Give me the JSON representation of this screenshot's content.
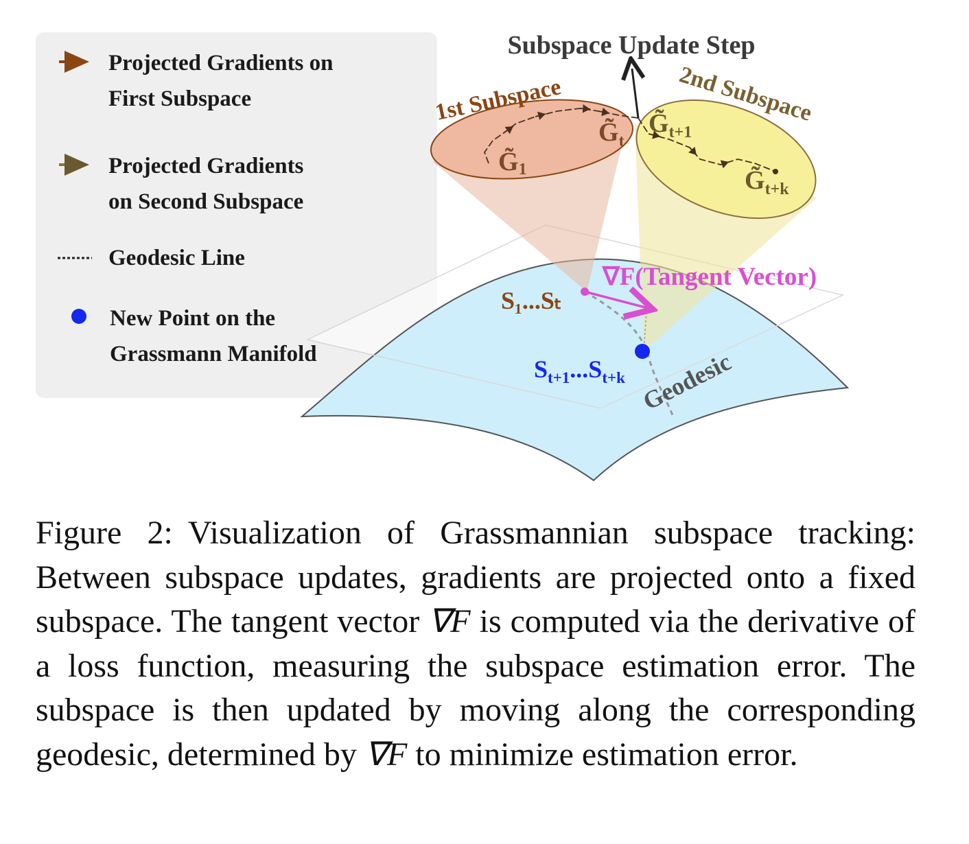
{
  "legend": {
    "items": [
      {
        "line1": "Projected Gradients on",
        "line2": "First Subspace",
        "color": "#8b4513"
      },
      {
        "line1": "Projected Gradients",
        "line2": "on Second Subspace",
        "color": "#8a7040"
      },
      {
        "line1": "Geodesic Line",
        "line2": "",
        "color": "#222222"
      },
      {
        "line1": "New Point on the",
        "line2": "Grassmann Manifold",
        "color": "#1428f0"
      }
    ]
  },
  "diagram": {
    "update_step": "Subspace Update Step",
    "first_subspace": "1st Subspace",
    "second_subspace": "2nd Subspace",
    "g_base": "G̃",
    "g1_sub": "1",
    "gt_sub": "t",
    "gt1_sub": "t+1",
    "gtk_sub": "t+k",
    "tangent": "∇F(Tangent Vector)",
    "s_range_1": "S₁...Sₜ",
    "s_base": "S",
    "s_a_sub": "t+1",
    "s_dots": "...",
    "s_b_sub": "t+k",
    "geodesic": "Geodesic",
    "colors": {
      "first": "#8b4513",
      "second": "#8a7040",
      "tangent": "#d94fd0",
      "new_point": "#1428f0",
      "manifold": "#cfeefb"
    }
  },
  "caption": {
    "lead": "Figure 2:",
    "body1": "Visualization of Grassmannian subspace tracking: Between subspace updates, gradients are projected onto a fixed subspace. The tangent vector ",
    "math1": "∇F",
    "body2": " is computed via the derivative of a loss function, measuring the subspace estimation error. The subspace is then updated by moving along the corresponding geodesic, determined by ",
    "math2": "∇F",
    "body3": " to minimize estimation error."
  }
}
